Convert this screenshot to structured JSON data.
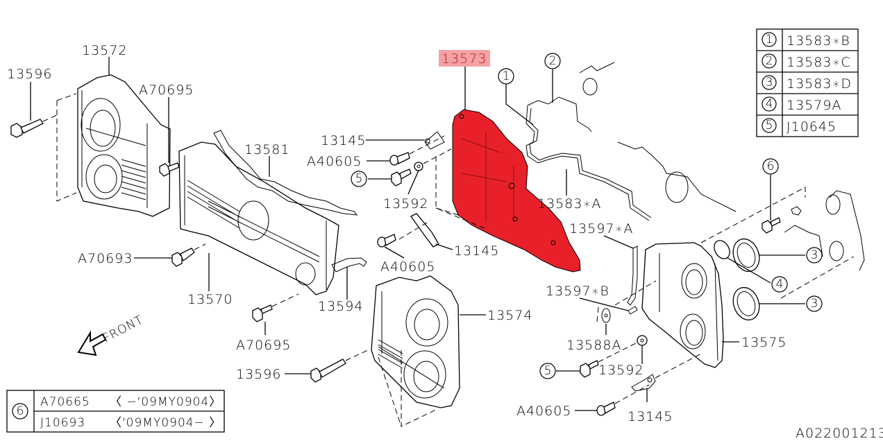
{
  "diagram_id": "A022001213",
  "front_label": "FRONT",
  "highlighted_part": "13573",
  "colors": {
    "highlight_fill": "#e8202a",
    "highlight_label_bg": "#f3a2a5",
    "highlight_label_text": "#c0131d",
    "line": "#000000"
  },
  "callouts": {
    "p13572": "13572",
    "p13596_top": "13596",
    "pA70695_top": "A70695",
    "p13581": "13581",
    "pA70693": "A70693",
    "p13570": "13570",
    "pA70695_bottom": "A70695",
    "p13594": "13594",
    "p13596_bottom": "13596",
    "p13574": "13574",
    "p13573": "13573",
    "p13145_top": "13145",
    "pA40605_top": "A40605",
    "p13592_top": "13592",
    "p13145_mid": "13145",
    "pA40605_mid": "A40605",
    "p13583A": "13583∗A",
    "p13597A": "13597∗A",
    "p13597B": "13597∗B",
    "p13588A": "13588A",
    "p13575": "13575",
    "p13592_bottom": "13592",
    "pA40605_bottom": "A40605",
    "p13145_bottom": "13145"
  },
  "ref_markers": {
    "m1": "1",
    "m2": "2",
    "m3a": "3",
    "m3b": "3",
    "m4": "4",
    "m5_top": "5",
    "m5_bottom": "5",
    "m6": "6"
  },
  "legend_table": [
    {
      "ref": "1",
      "part": "13583∗B"
    },
    {
      "ref": "2",
      "part": "13583∗C"
    },
    {
      "ref": "3",
      "part": "13583∗D"
    },
    {
      "ref": "4",
      "part": "13579A"
    },
    {
      "ref": "5",
      "part": "J10645"
    }
  ],
  "variant_table": {
    "ref": "6",
    "rows": [
      {
        "part": "A70665",
        "range": "〈 −'09MY0904〉"
      },
      {
        "part": "J10693",
        "range": "〈'09MY0904− 〉"
      }
    ]
  }
}
